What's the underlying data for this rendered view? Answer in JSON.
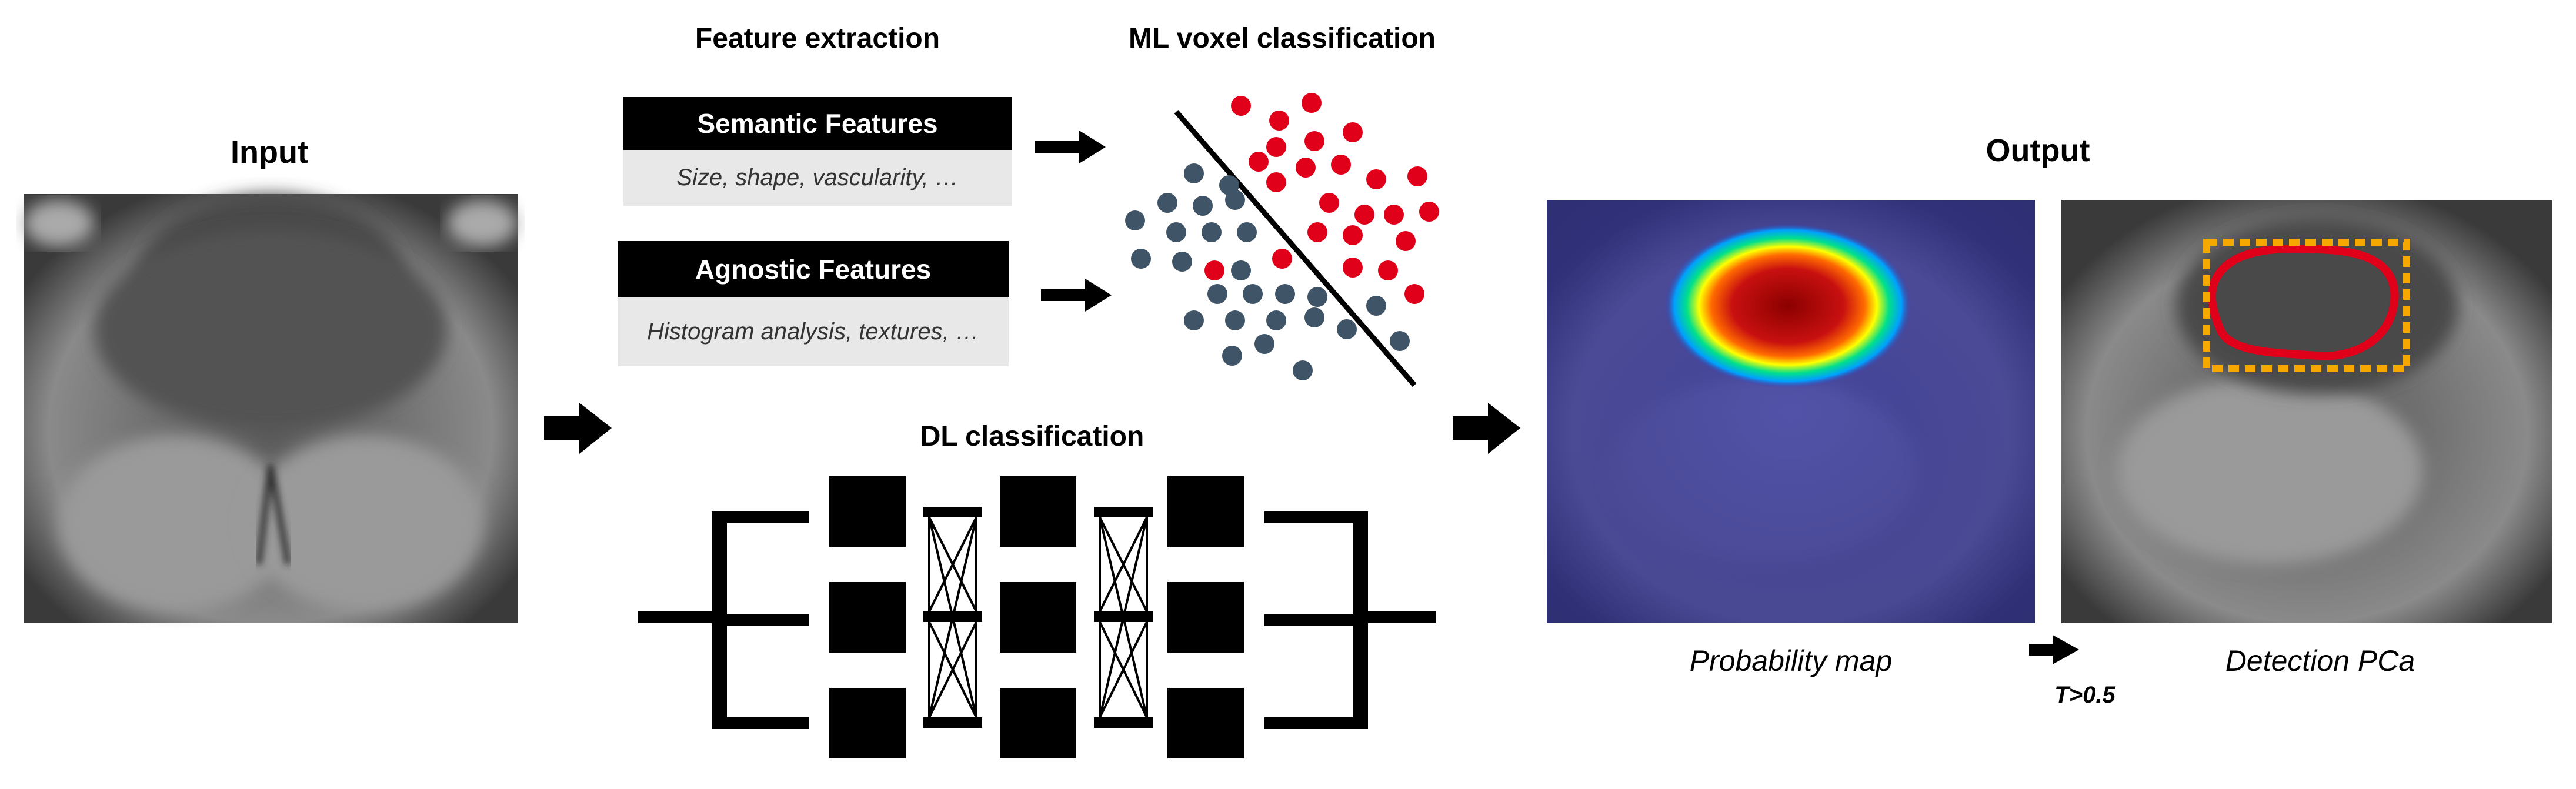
{
  "labels": {
    "input": "Input",
    "output": "Output",
    "feature_extraction": "Feature extraction",
    "ml_voxel_classification": "ML voxel classification",
    "dl_classification": "DL classification",
    "probability_map": "Probability map",
    "detection_pca": "Detection PCa",
    "threshold": "T>0.5"
  },
  "feature_boxes": [
    {
      "title": "Semantic Features",
      "examples": "Size, shape, vascularity, …"
    },
    {
      "title": "Agnostic Features",
      "examples": "Histogram analysis, textures, …"
    }
  ],
  "colors": {
    "class_positive": "#e0001a",
    "class_negative": "#3f5467",
    "box_header": "#000000",
    "box_body": "#e8e8e8",
    "detection_box": "#f5a800",
    "lesion_contour": "#e0001a",
    "prob_background": "#3a3aa8"
  },
  "icons": [
    "arrow-right-icon",
    "mri-scan-image",
    "heatmap-image",
    "neural-network-icon"
  ]
}
